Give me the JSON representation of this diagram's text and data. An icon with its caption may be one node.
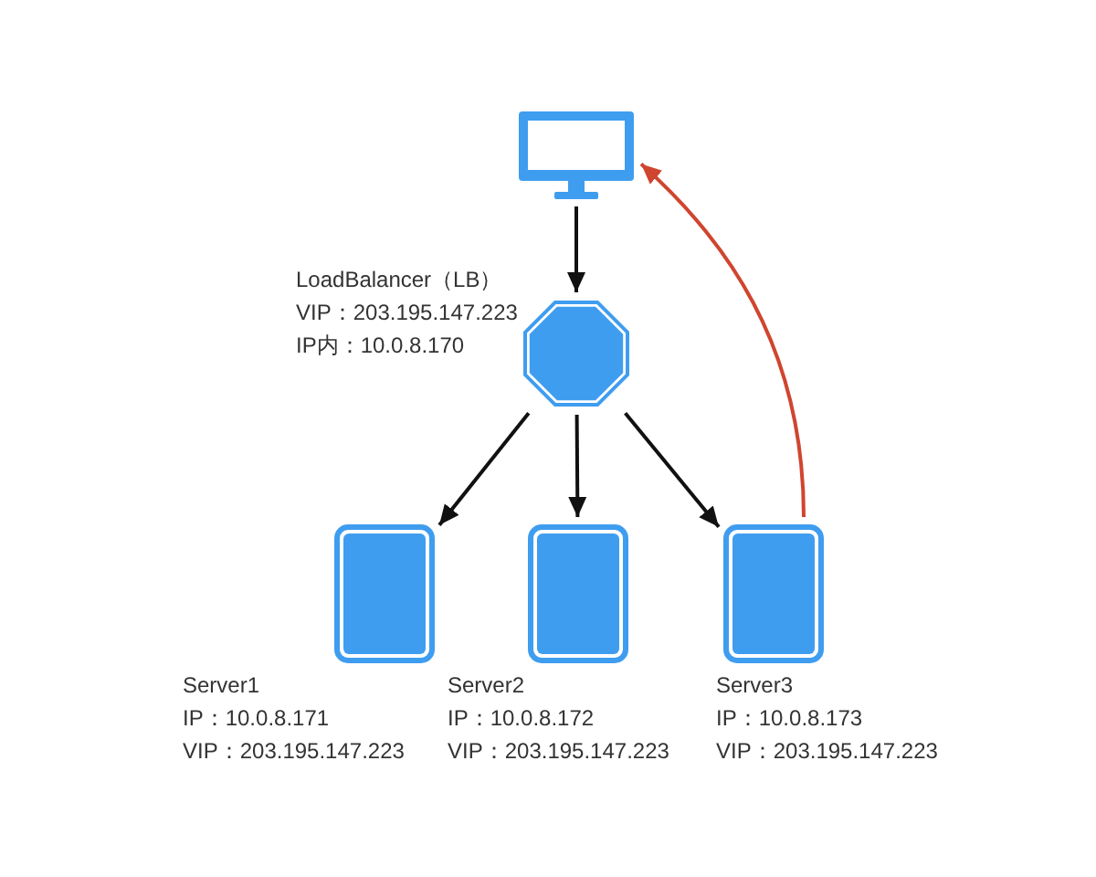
{
  "diagram": {
    "nodes": [
      {
        "text": [],
        "shape": "monitor"
      },
      {
        "text": [],
        "shape": "octagon",
        "beside": [
          "LoadBalancer（LB）",
          "VIP：203.195.147.223",
          "IP内：10.0.8.170"
        ]
      },
      {
        "text": [],
        "shape": "box",
        "beside": [
          "Server1",
          "IP：10.0.8.171",
          "VIP：203.195.147.223"
        ]
      },
      {
        "text": [],
        "shape": "box",
        "beside": [
          "Server2",
          "IP：10.0.8.172",
          "VIP：203.195.147.223"
        ]
      },
      {
        "text": [],
        "shape": "box",
        "beside": [
          "Server3",
          "IP：10.0.8.173",
          "VIP：203.195.147.223"
        ]
      }
    ],
    "edges": [
      {
        "from": 0,
        "to": 1,
        "arrow": "to"
      },
      {
        "from": 1,
        "to": 2,
        "arrow": "to"
      },
      {
        "from": 1,
        "to": 3,
        "arrow": "to"
      },
      {
        "from": 1,
        "to": 4,
        "arrow": "to"
      },
      {
        "from": 4,
        "to": 0,
        "arrow": "to",
        "color": "#d0452f"
      }
    ]
  }
}
